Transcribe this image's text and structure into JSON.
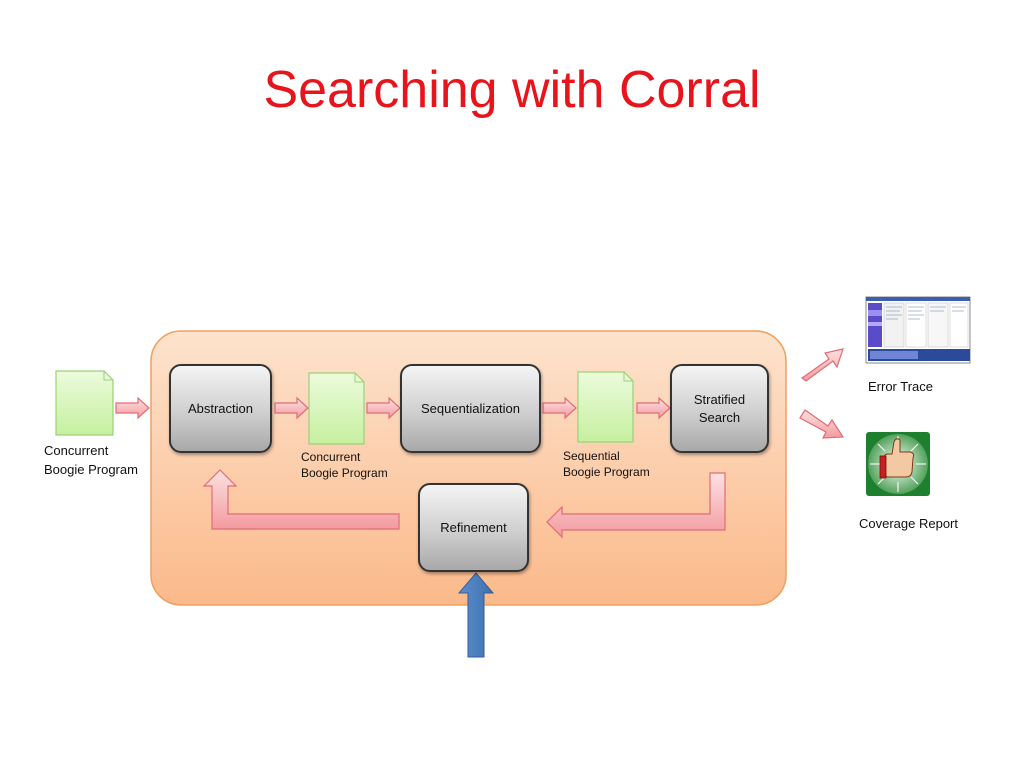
{
  "slide": {
    "title": "Searching with Corral"
  },
  "diagram": {
    "nodes": {
      "abstraction": "Abstraction",
      "sequentialization": "Sequentialization",
      "stratified_search": [
        "Stratified",
        "Search"
      ],
      "refinement": "Refinement"
    },
    "documents": {
      "input_concurrent": [
        "Concurrent",
        "Boogie Program"
      ],
      "abstract_concurrent": [
        "Concurrent",
        "Boogie Program"
      ],
      "sequential": [
        "Sequential",
        "Boogie Program"
      ]
    },
    "outputs": {
      "error_trace": "Error Trace",
      "coverage_report": "Coverage Report"
    }
  },
  "colors": {
    "title": "#e8141c",
    "container_fill": "#fbc9a0",
    "container_border": "#f0a060",
    "document_fill": "#d6f6b6",
    "arrow_fill": "#f7b1b3",
    "arrow_stroke": "#e06d75",
    "input_arrow": "#4f81bd"
  },
  "icons": {
    "error_trace": "screenshot-thumbnail-icon",
    "coverage_report": "thumbs-up-icon"
  }
}
